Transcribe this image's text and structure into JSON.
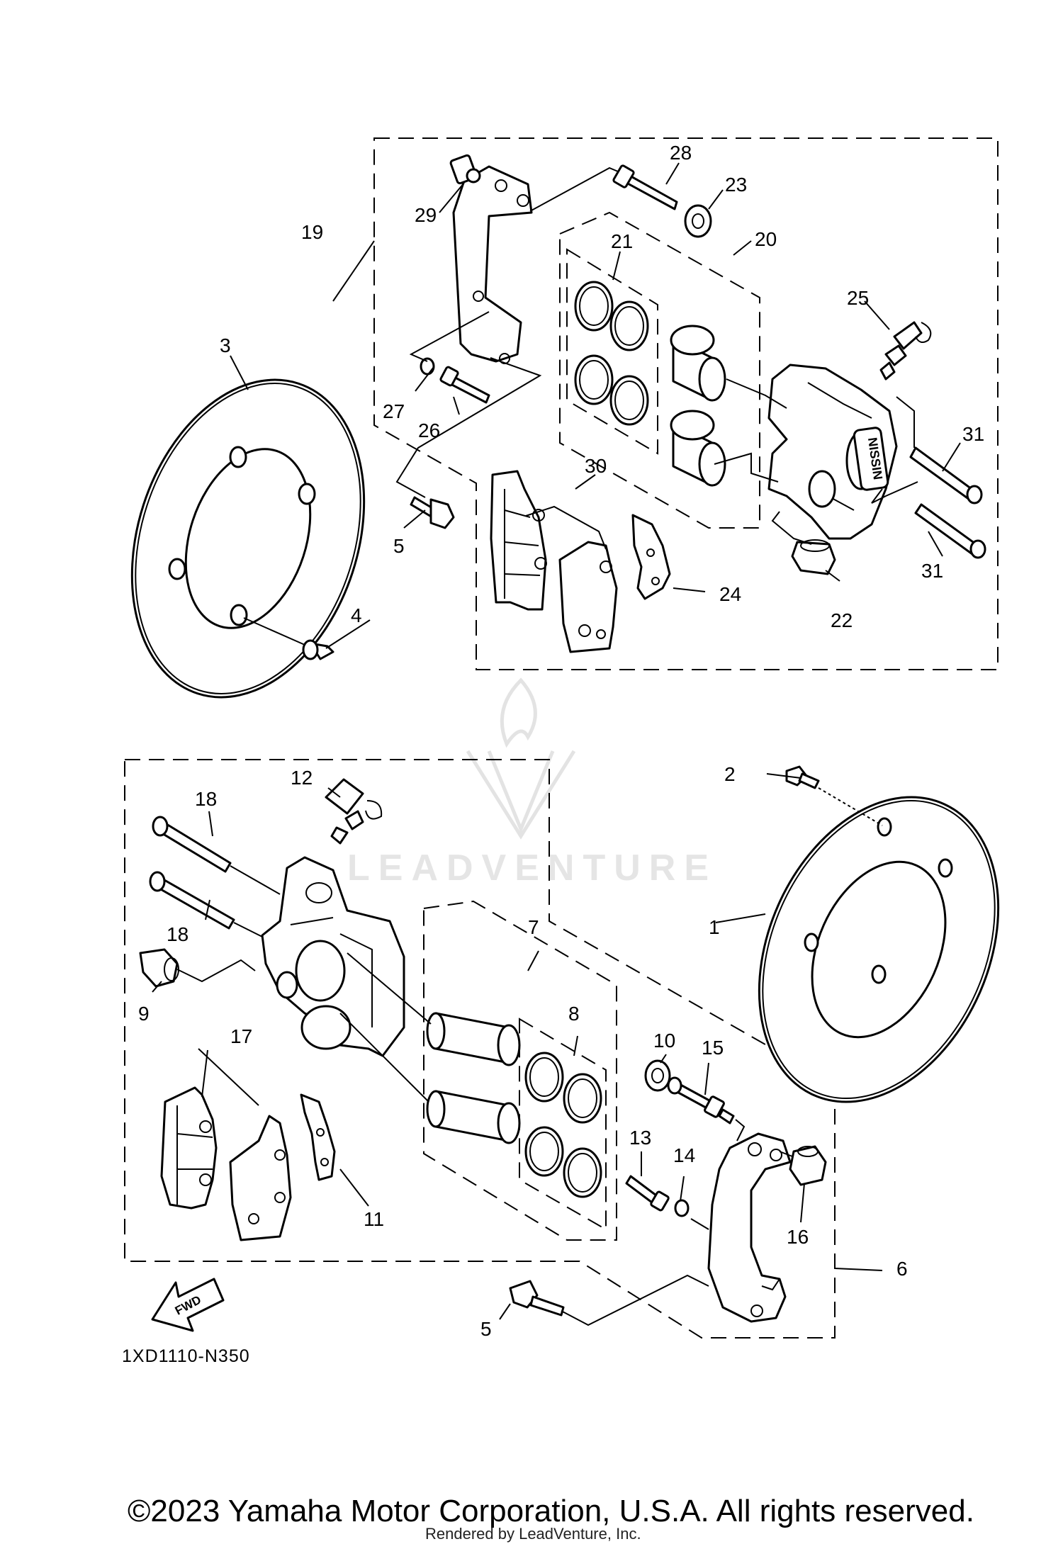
{
  "diagram": {
    "code": "1XD1110-N350",
    "copyright": "©2023 Yamaha Motor Corporation, U.S.A. All rights reserved.",
    "rendered_by": "Rendered by LeadVenture, Inc.",
    "watermark": "LEADVENTURE",
    "fwd_label": "FWD",
    "caliper_brand": "NISSIN"
  },
  "callouts": {
    "c1": "1",
    "c2": "2",
    "c3": "3",
    "c4": "4",
    "c5a": "5",
    "c5b": "5",
    "c6": "6",
    "c7": "7",
    "c8": "8",
    "c9": "9",
    "c10": "10",
    "c11": "11",
    "c12": "12",
    "c13": "13",
    "c14": "14",
    "c15": "15",
    "c16": "16",
    "c17": "17",
    "c18a": "18",
    "c18b": "18",
    "c19": "19",
    "c20": "20",
    "c21": "21",
    "c22": "22",
    "c23": "23",
    "c24": "24",
    "c25": "25",
    "c26": "26",
    "c27": "27",
    "c28": "28",
    "c29": "29",
    "c30": "30",
    "c31a": "31",
    "c31b": "31"
  }
}
